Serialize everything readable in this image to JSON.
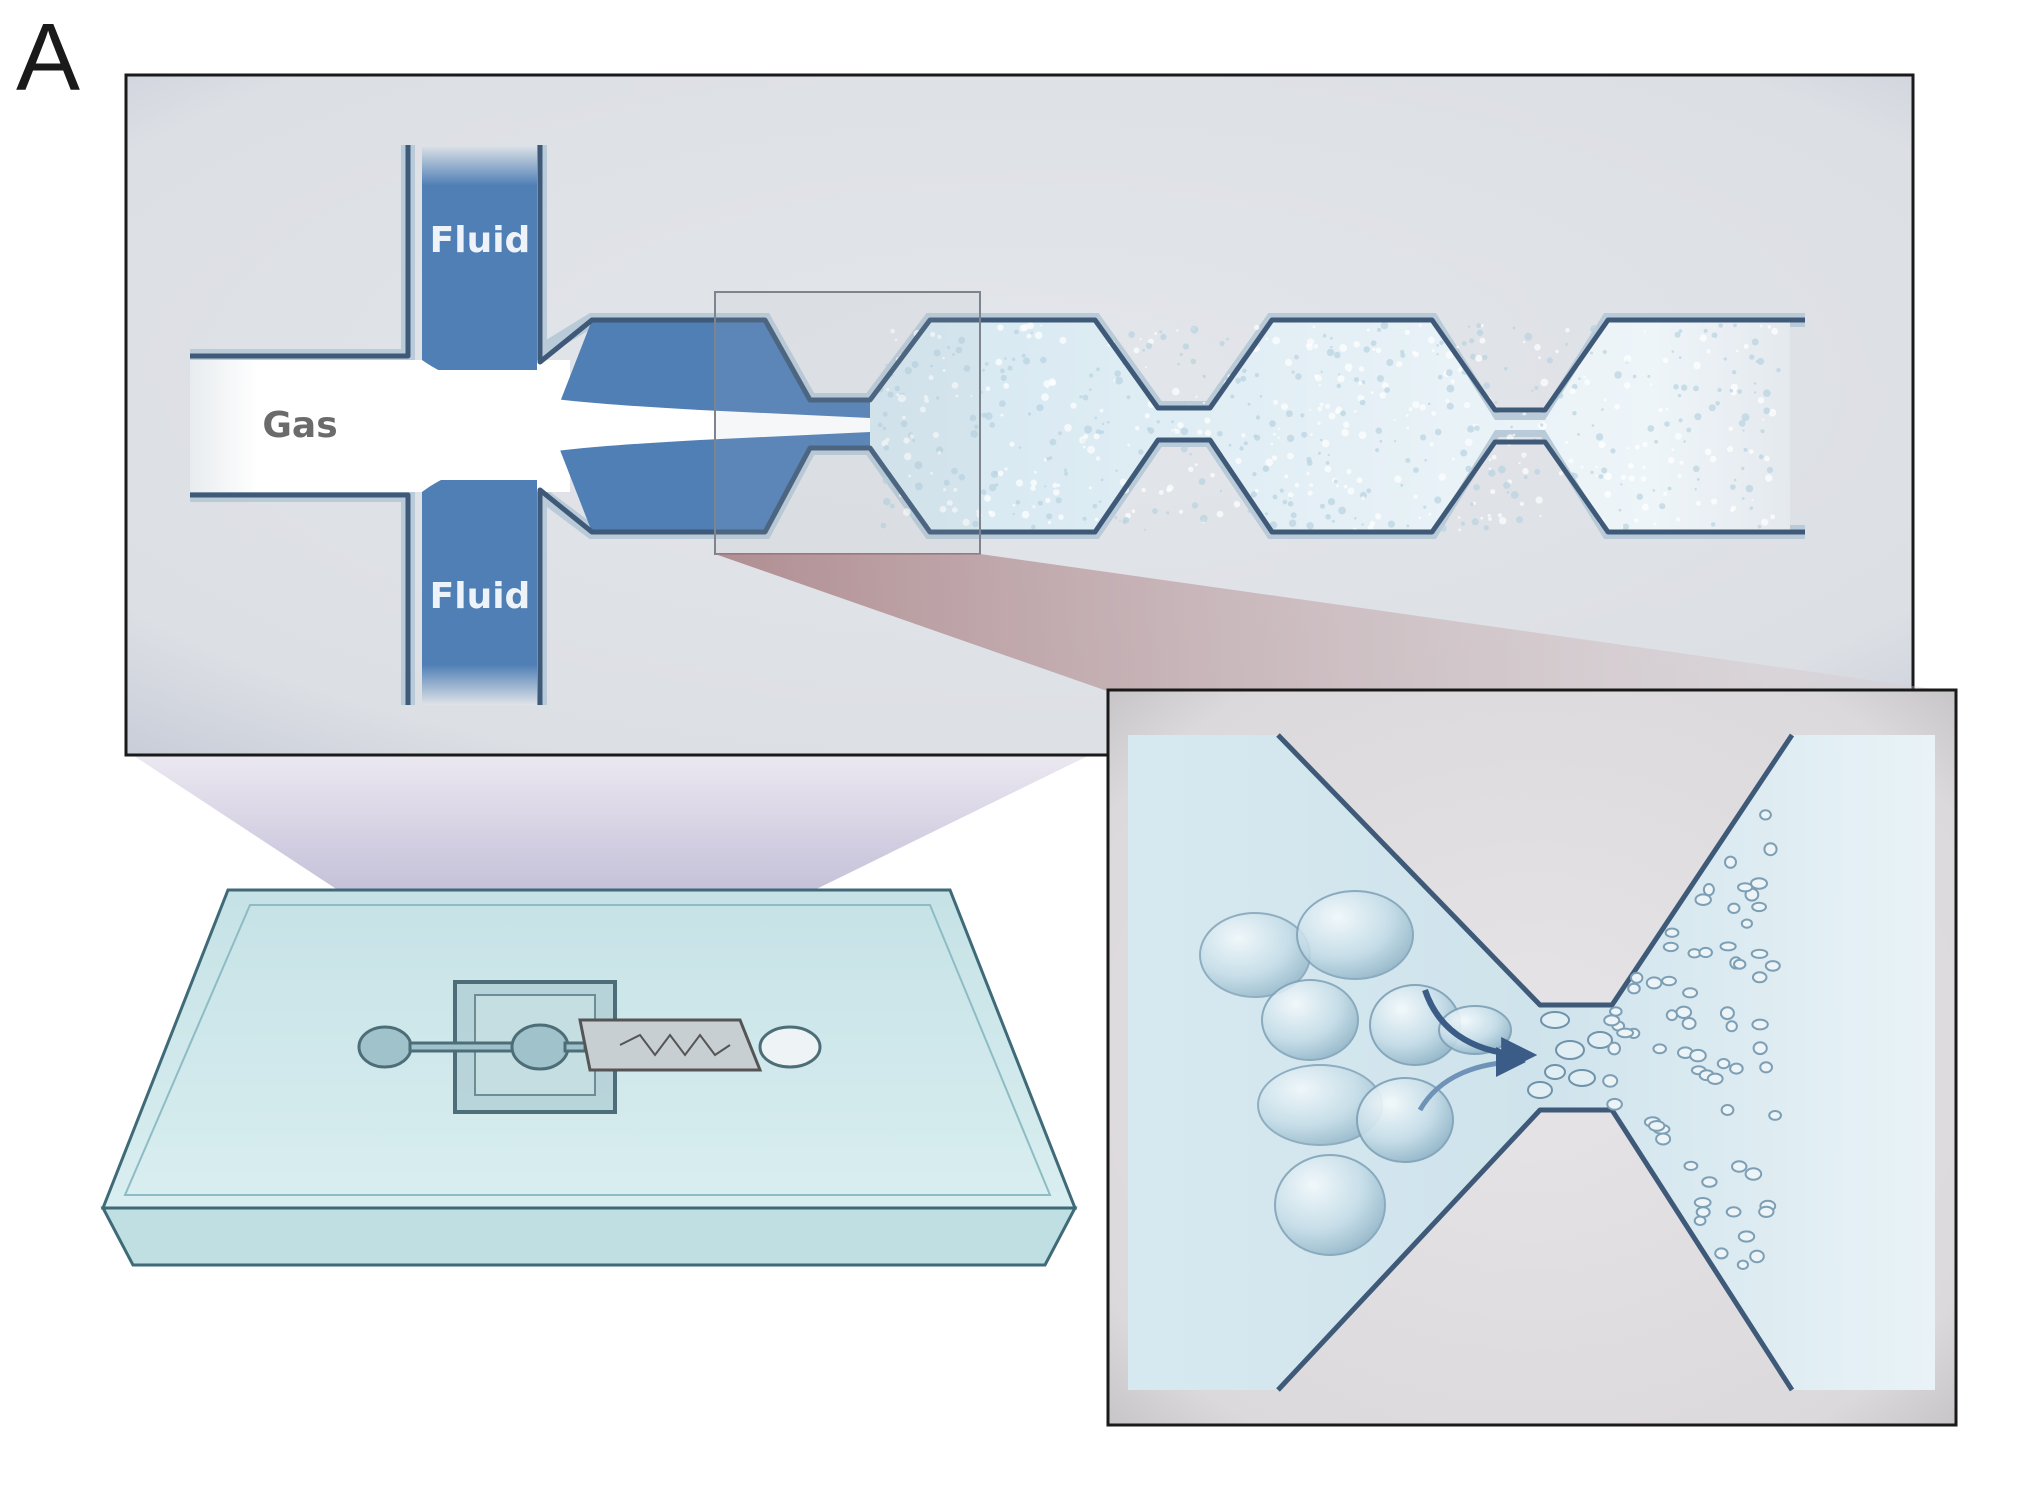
{
  "figure": {
    "panel_letter": "A",
    "labels": {
      "fluid_top": "Fluid",
      "fluid_bottom": "Fluid",
      "gas": "Gas"
    }
  },
  "colors": {
    "fluid_blue": "#4f7fb5",
    "channel_wall": "#3e5a78",
    "background_gray": "#dfe3e7",
    "foam_white": "#eaf3f8",
    "chip_glass": "#cfe9ec",
    "zoom_wedge_red": "#b48b8e",
    "zoom_wedge_purple": "#b7b4cf"
  }
}
